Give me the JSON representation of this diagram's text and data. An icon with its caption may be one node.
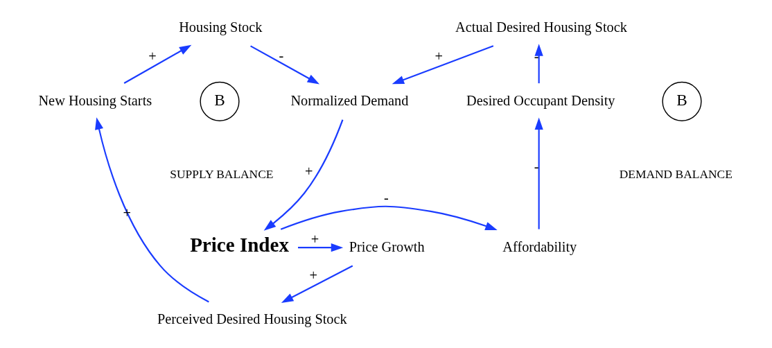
{
  "diagram": {
    "nodes": [
      {
        "text": [
          "Housing Stock"
        ]
      },
      {
        "text": [
          "Actual Desired Housing Stock"
        ]
      },
      {
        "text": [
          "New Housing Starts"
        ]
      },
      {
        "text": [
          "Normalized Demand"
        ]
      },
      {
        "text": [
          "Desired Occupant Density"
        ]
      },
      {
        "text": [
          "Perceived Desired Housing Stock"
        ]
      },
      {
        "text": [
          "Price Index"
        ]
      },
      {
        "text": [
          "Price Growth"
        ]
      },
      {
        "text": [
          "Affordability"
        ]
      }
    ],
    "edges": [
      {
        "from": 0,
        "to": 3,
        "arrow": "to",
        "label": "-"
      },
      {
        "from": 1,
        "to": 3,
        "arrow": "to",
        "label": "+"
      },
      {
        "from": 3,
        "to": 6,
        "arrow": "to",
        "label": "+"
      },
      {
        "from": 6,
        "to": 7,
        "arrow": "to",
        "label": "+"
      },
      {
        "from": 7,
        "to": 5,
        "arrow": "to",
        "label": "+"
      },
      {
        "from": 5,
        "to": 2,
        "arrow": "to",
        "label": "+"
      },
      {
        "from": 2,
        "to": 0,
        "arrow": "to",
        "label": "+"
      },
      {
        "from": 6,
        "to": 8,
        "arrow": "to",
        "label": "-"
      },
      {
        "from": 8,
        "to": 4,
        "arrow": "to",
        "label": "-"
      },
      {
        "from": 4,
        "to": 1,
        "arrow": "to",
        "label": "-"
      }
    ],
    "labels": [
      "B",
      "B",
      "SUPPLY BALANCE",
      "DEMAND BALANCE"
    ]
  }
}
